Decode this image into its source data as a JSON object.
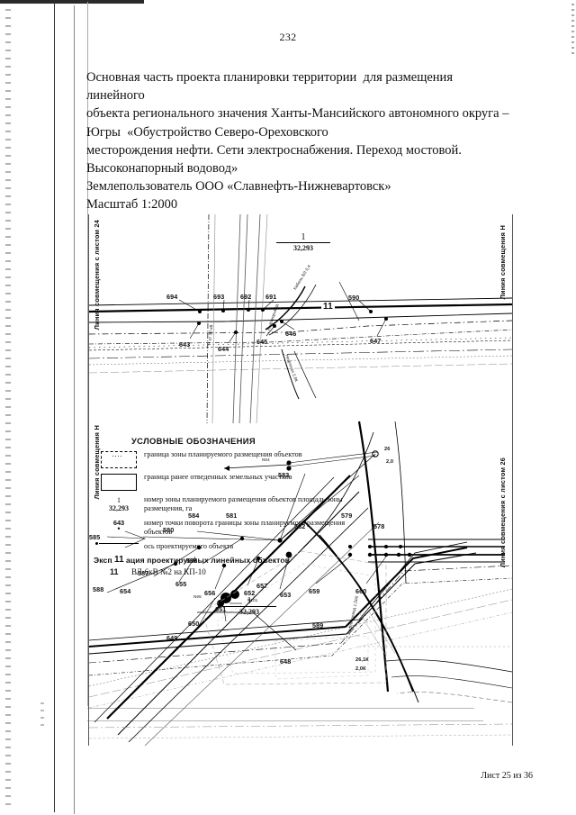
{
  "document": {
    "page_number": "232",
    "footer": "Лист 25 из 36"
  },
  "title": {
    "line1": "Основная часть проекта планировки территории  для размещения линейного",
    "line2": "объекта регионального значения Ханты-Мансийского автономного округа –",
    "line3": "Югры  «Обустройство Северо-Ореховского",
    "line4": "месторождения нефти. Сети электроснабжения. Переход мостовой.",
    "line5": "Высоконапорный водовод»",
    "line6": "Землепользователь ООО «Славнефть-Нижневартовск»",
    "line7": "Масштаб 1:2000"
  },
  "legend": {
    "title": "УСЛОВНЫЕ ОБОЗНАЧЕНИЯ",
    "items": [
      {
        "symbol": "dashed-box",
        "text": "граница зоны планируемого размещения объектов"
      },
      {
        "symbol": "solid-box",
        "text": "граница ранее отведенных земельных участков"
      },
      {
        "symbol": "zone-number",
        "zone_num": "1",
        "zone_area": "32,293",
        "text": "номер зоны планируемого размещения объектов площадь зоны размещения, га"
      },
      {
        "symbol": "turn-point",
        "point_num": "643",
        "text": "номер точки поворота границы зоны планируемого размещения объектов"
      },
      {
        "symbol": "axis-line",
        "text": "ось проектируемого объекта"
      }
    ],
    "explication_title": "Экспликация проектируемых линейных объектов",
    "explication_rows": [
      {
        "num": "11",
        "label": "ВЛ-6кВ №2 на КП-10"
      }
    ]
  },
  "map_upper": {
    "edge_label_left": "Линия совмещения с листом 24",
    "edge_label_right": "Линия совмещения Н",
    "zone_callout": {
      "num": "1",
      "area": "32,293"
    },
    "route_number": "11",
    "point_labels": [
      "694",
      "693",
      "692",
      "691",
      "590",
      "643",
      "644",
      "645",
      "646",
      "647"
    ],
    "annotations": [
      "Кабель ВЛ 0,4",
      "Нефтегаз 2,0К",
      "Нефтепровод",
      "Н от 30 кВ"
    ]
  },
  "map_lower": {
    "edge_label_left": "Линия совмещения Н",
    "edge_label_right": "Линия совмещения с листом 26",
    "zone_callout": {
      "num": "1",
      "area": "32,293"
    },
    "route_number": "11",
    "point_labels": [
      "583",
      "584",
      "581",
      "582",
      "580",
      "585",
      "579",
      "578",
      "586",
      "587",
      "588",
      "589",
      "648",
      "649",
      "650",
      "651",
      "652",
      "653",
      "654",
      "655",
      "656",
      "657",
      "659",
      "660"
    ],
    "annotations": [
      "N94",
      "N95",
      "N101",
      "26",
      "2,0",
      "26,1К",
      "2,0К",
      "Нефтепровод 1,500"
    ]
  }
}
